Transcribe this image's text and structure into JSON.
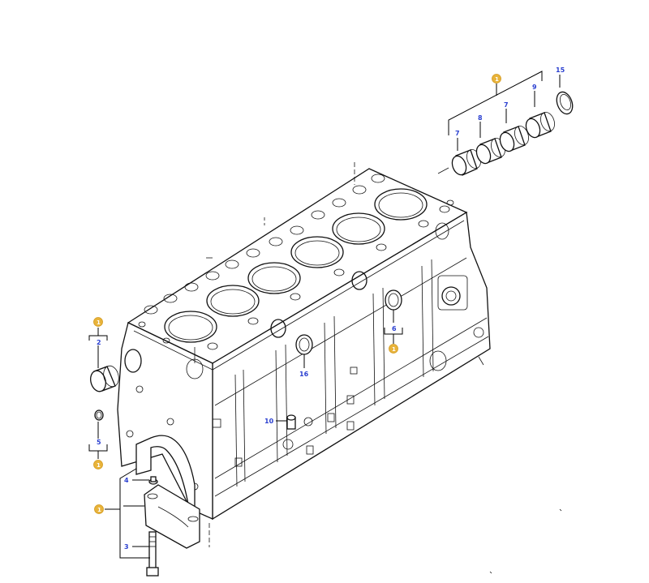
{
  "callouts": [
    {
      "id": "c15",
      "label": "15"
    },
    {
      "id": "c9",
      "label": "9"
    },
    {
      "id": "c7a",
      "label": "7"
    },
    {
      "id": "c8",
      "label": "8"
    },
    {
      "id": "c7b",
      "label": "7"
    },
    {
      "id": "c2",
      "label": "2"
    },
    {
      "id": "c5",
      "label": "5"
    },
    {
      "id": "c6",
      "label": "6"
    },
    {
      "id": "c16",
      "label": "16"
    },
    {
      "id": "c10",
      "label": "10"
    },
    {
      "id": "c4",
      "label": "4"
    },
    {
      "id": "c3",
      "label": "3"
    }
  ],
  "badges": [
    {
      "id": "b-top",
      "label": "1"
    },
    {
      "id": "b-left",
      "label": "1"
    },
    {
      "id": "b-left2",
      "label": "1"
    },
    {
      "id": "b-mid",
      "label": "1"
    },
    {
      "id": "b-cap",
      "label": "1"
    }
  ],
  "colors": {
    "callout": "#2a3fd0",
    "badge": "#e8b33a",
    "line": "#111111"
  }
}
